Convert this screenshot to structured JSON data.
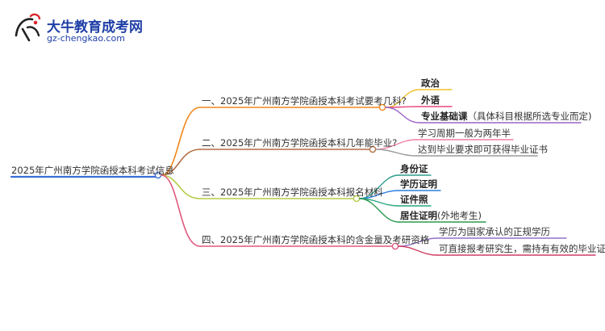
{
  "logo": {
    "title": "大牛教育成考网",
    "url": "gz-chengkao.com"
  },
  "root": "2025年广州南方学院函授本科考试信息",
  "branches": [
    {
      "label": "一、2025年广州南方学院函授本科考试要考几科?",
      "color": "#f0891c",
      "children": [
        {
          "label": "政治",
          "bold": true,
          "color": "#f2c12e"
        },
        {
          "label": "外语",
          "bold": true,
          "color": "#e8497e"
        },
        {
          "label": "专业基础课",
          "note": "（具体科目根据所选专业而定)",
          "bold": true,
          "color": "#9c65c9"
        }
      ]
    },
    {
      "label": "二、2025年广州南方学院函授本科几年能毕业?",
      "color": "#b36f46",
      "children": [
        {
          "label": "学习周期一般为两年半",
          "bold": false,
          "color": "#ef7fa6"
        },
        {
          "label": "达到毕业要求即可获得毕业证书",
          "bold": false,
          "color": "#9a9a9a"
        }
      ]
    },
    {
      "label": "三、2025年广州南方学院函授本科报名材料",
      "color": "#b7cc45",
      "children": [
        {
          "label": "身份证",
          "bold": true,
          "color": "#2e9e8e"
        },
        {
          "label": "学历证明",
          "bold": true,
          "color": "#2f7fe0"
        },
        {
          "label": "证件照",
          "bold": true,
          "color": "#2aa57d"
        },
        {
          "label": "居住证明",
          "note": "(外地考生)",
          "bold": true,
          "color": "#2c9a4f"
        }
      ]
    },
    {
      "label": "四、2025年广州南方学院函授本科的含金量及考研资格",
      "color": "#e0597f",
      "children": [
        {
          "label": "学历为国家承认的正规学历",
          "bold": false,
          "color": "#9370c8"
        },
        {
          "label": "可直接报考研究生，需持有有效的毕业证书",
          "bold": false,
          "color": "#cf3f66"
        }
      ]
    }
  ]
}
